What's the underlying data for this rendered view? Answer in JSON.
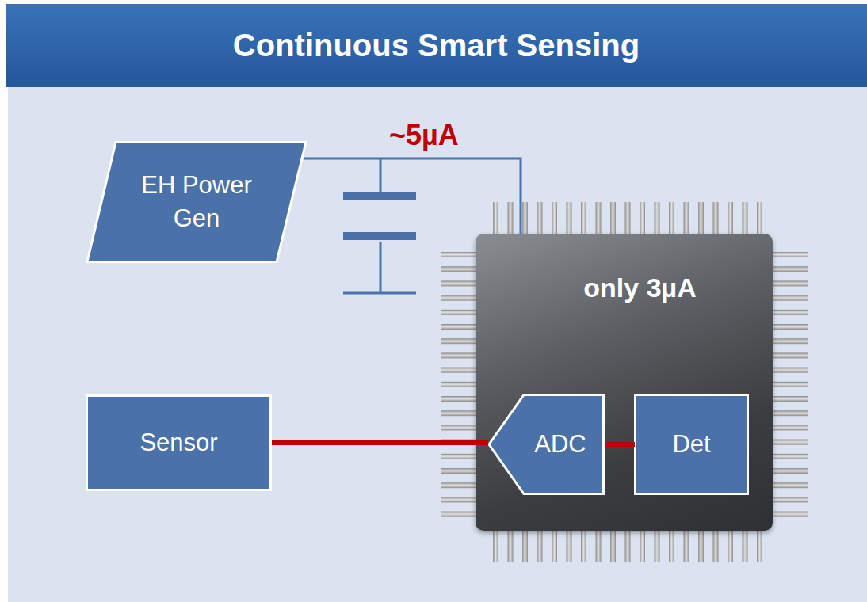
{
  "diagram": {
    "title": "Continuous Smart Sensing",
    "nodes": [
      {
        "text": [
          "EH Power Gen"
        ]
      },
      {
        "text": [
          "only 3µA"
        ]
      },
      {
        "text": [
          "Sensor"
        ]
      },
      {
        "text": [
          "ADC"
        ],
        "in": 1
      },
      {
        "text": [
          "Det"
        ],
        "in": 1
      }
    ],
    "edges": [
      {
        "from": 0,
        "to": 1,
        "arrow": "none",
        "label": "~5µA"
      },
      {
        "from": 2,
        "to": 3,
        "arrow": "none"
      },
      {
        "from": 3,
        "to": 4,
        "arrow": "none"
      }
    ]
  }
}
